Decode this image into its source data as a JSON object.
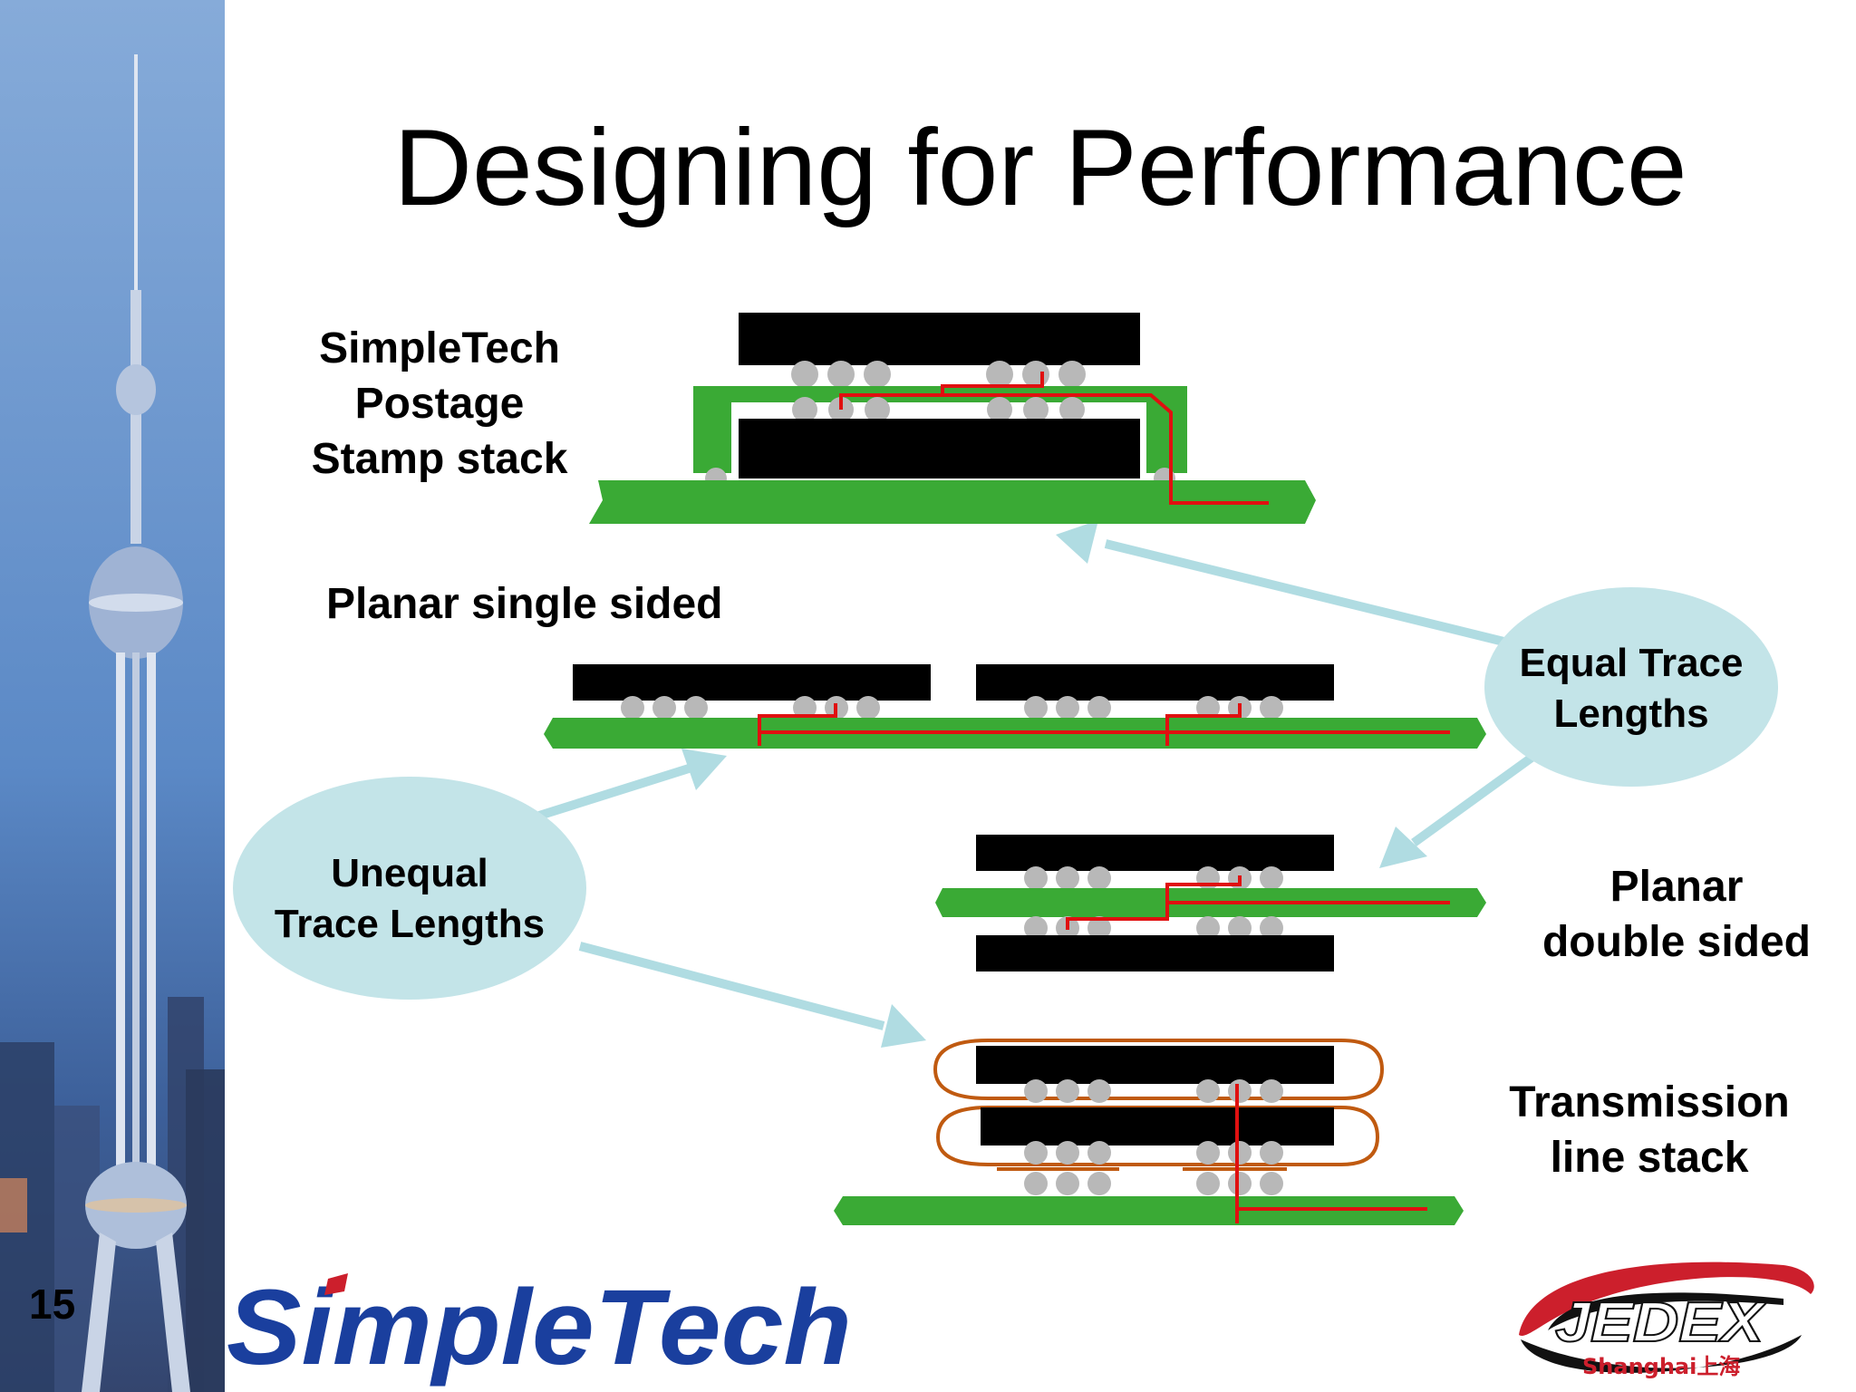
{
  "slide": {
    "title": "Designing for Performance",
    "number": "15"
  },
  "labels": {
    "postage_stamp": [
      "SimpleTech",
      "Postage",
      "Stamp stack"
    ],
    "planar_single": "Planar single sided",
    "planar_double": [
      "Planar",
      "double sided"
    ],
    "transmission": [
      "Transmission",
      "line stack"
    ]
  },
  "callouts": {
    "equal": [
      "Equal Trace",
      "Lengths"
    ],
    "unequal": [
      "Unequal",
      "Trace Lengths"
    ]
  },
  "logos": {
    "simpletech": "SimpleTech",
    "jedex": "JEDEX",
    "jedex_sub": "Shanghai上海"
  },
  "colors": {
    "pcb_green": "#3aaa35",
    "chip_black": "#000000",
    "trace_red": "#e01010",
    "solder_ball": "#b8b8b8",
    "callout_fill": "#c3e4e8",
    "arrow": "#b0dce2",
    "flex_brown": "#c05a10",
    "sidebar_blue": "#5f8ec9",
    "simpletech_blue": "#1a3f9e",
    "jedex_red": "#cc1f2c"
  }
}
